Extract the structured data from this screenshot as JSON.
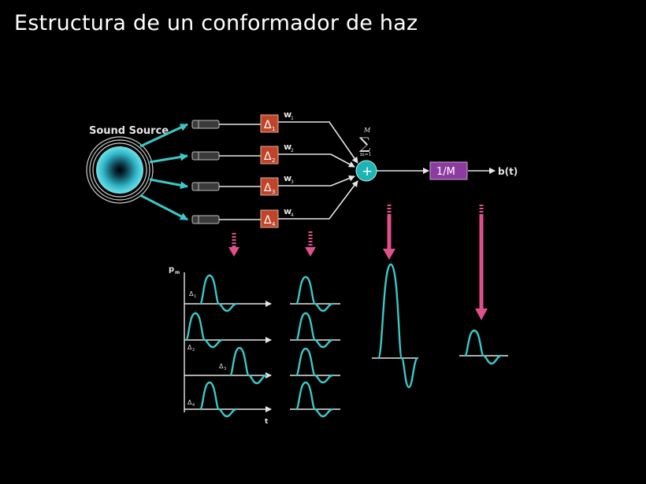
{
  "title": "Estructura de un conformador de haz",
  "source_label": "Sound Source",
  "delays": [
    {
      "symbol": "Δ",
      "sub": "1",
      "weight": "w",
      "weight_sub": "1"
    },
    {
      "symbol": "Δ",
      "sub": "2",
      "weight": "w",
      "weight_sub": "2"
    },
    {
      "symbol": "Δ",
      "sub": "3",
      "weight": "w",
      "weight_sub": "3"
    },
    {
      "symbol": "Δ",
      "sub": "4",
      "weight": "w",
      "weight_sub": "4"
    }
  ],
  "sum": {
    "symbol": "∑",
    "upper": "M",
    "lower": "m=1",
    "sign": "+"
  },
  "normalize_label": "1/M",
  "output_label": "b(t)",
  "plot": {
    "ylabel": "p",
    "ylabel_sub": "m",
    "xlabel": "t",
    "delay_labels": [
      {
        "symbol": "Δ",
        "sub": "1"
      },
      {
        "symbol": "Δ",
        "sub": "2"
      },
      {
        "symbol": "Δ",
        "sub": "3"
      },
      {
        "symbol": "Δ",
        "sub": "4"
      }
    ]
  },
  "colors": {
    "background": "#000000",
    "cyan": "#3cc8c8",
    "delay_box": "#c0442a",
    "sum_node": "#1eb4b4",
    "normalize_box": "#8c3ca0",
    "arrow_pink": "#e0508c"
  }
}
